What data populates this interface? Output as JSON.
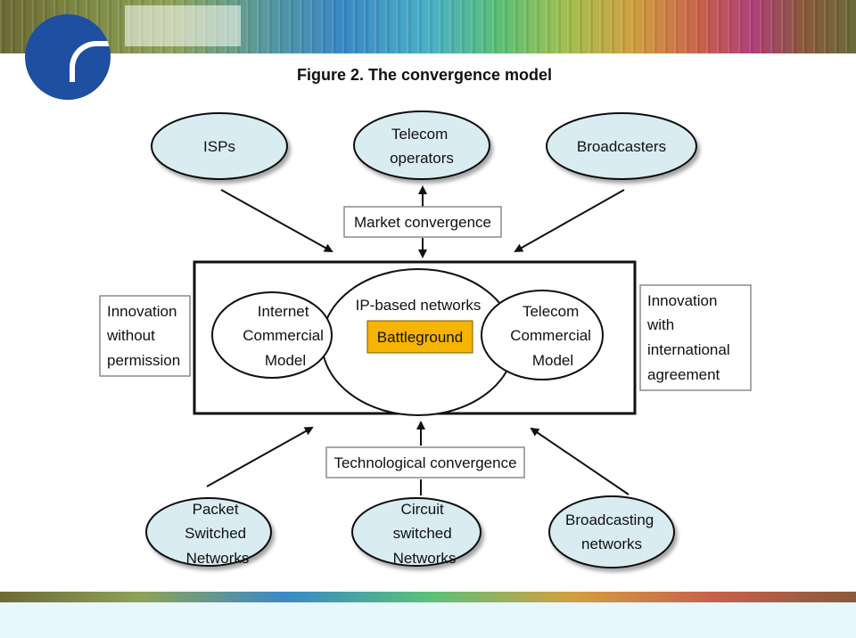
{
  "figure": {
    "title": "Figure 2.   The convergence model"
  },
  "actors": {
    "isps": [
      "ISPs"
    ],
    "telecom_operators": [
      "Telecom",
      "operators"
    ],
    "broadcasters": [
      "Broadcasters"
    ]
  },
  "market_convergence": "Market convergence",
  "technological_convergence": "Technological convergence",
  "battleground_box": {
    "internet_model": [
      "Internet",
      "Commercial",
      "Model"
    ],
    "ip_networks": "IP-based networks",
    "battleground": "Battleground",
    "telecom_model": [
      "Telecom",
      "Commercial",
      "Model"
    ]
  },
  "side_notes": {
    "left": [
      "Innovation",
      "without",
      "permission"
    ],
    "right": [
      "Innovation",
      "with",
      "international",
      "agreement"
    ]
  },
  "networks": {
    "packet": [
      "Packet",
      "Switched",
      "Networks"
    ],
    "circuit": [
      "Circuit",
      "switched",
      "Networks"
    ],
    "broadcasting": [
      "Broadcasting",
      "networks"
    ]
  },
  "colors": {
    "ellipse_fill": "#d9ecf2",
    "battleground_fill": "#f7b400",
    "logo_blue": "#1e4fa0"
  }
}
